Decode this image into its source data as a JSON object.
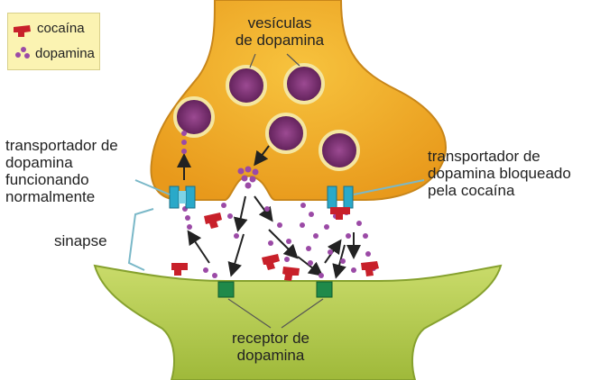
{
  "legend": {
    "cocaine_label": "cocaína",
    "dopamine_label": "dopamina"
  },
  "labels": {
    "vesicles": "vesículas\nde dopamina",
    "transporter_normal": "transportador de\ndopamina\nfuncionando\nnormalmente",
    "transporter_blocked": "transportador de\ndopamina bloqueado\npela cocaína",
    "synapse": "sinapse",
    "receptor": "receptor de\ndopamina"
  },
  "colors": {
    "presynaptic": "#f2ad2a",
    "postsynaptic": "#b7cf52",
    "vesicle": "#7a2f72",
    "dopamine": "#9b4aa6",
    "cocaine": "#c8202a",
    "transporter": "#2aa9c9",
    "receptor": "#1f8a4a",
    "legend_bg": "#fbf3b2"
  }
}
